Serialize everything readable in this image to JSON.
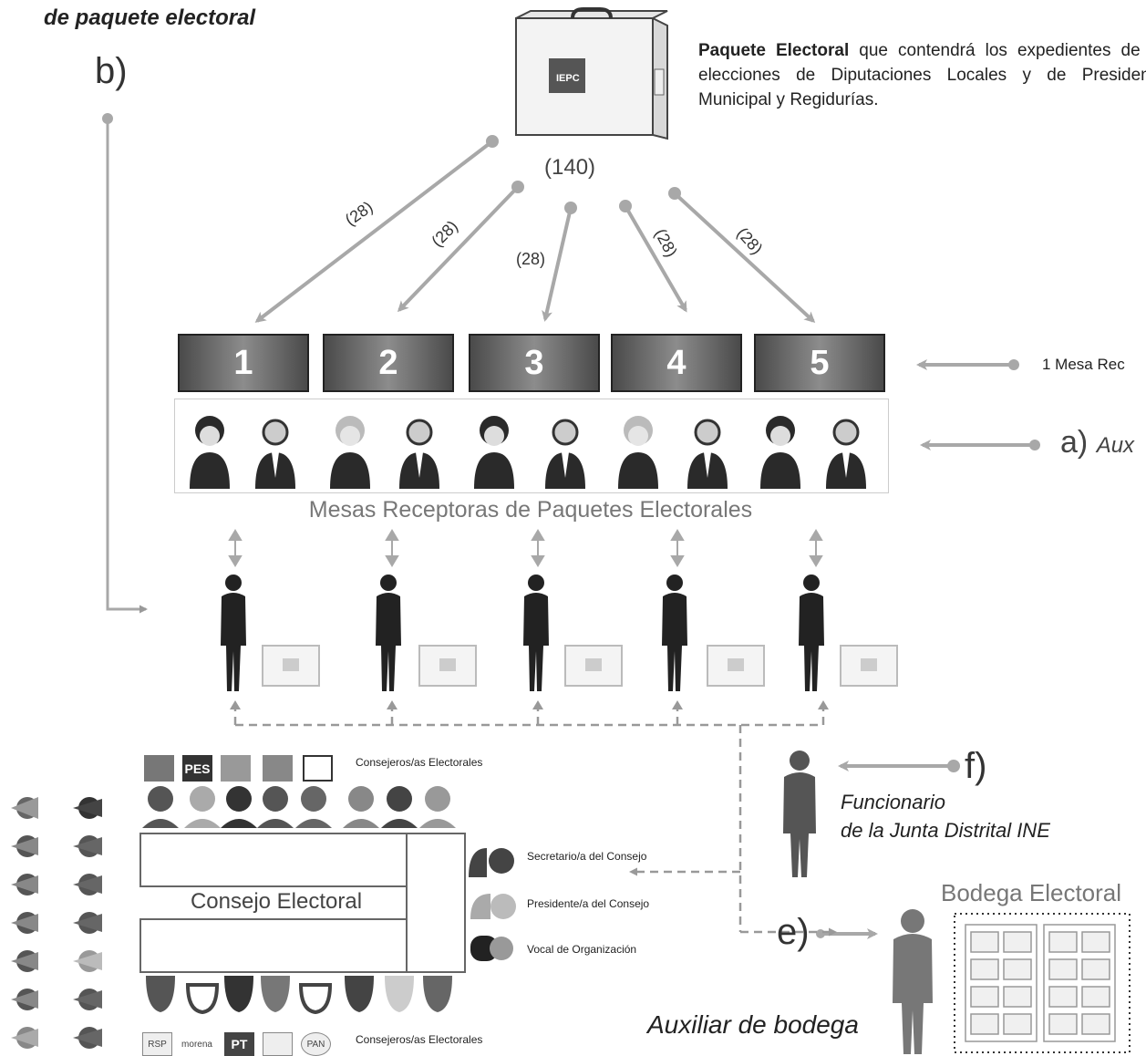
{
  "header": {
    "subtitle": "de paquete electoral",
    "letter_b": "b)"
  },
  "package": {
    "logo_text": "IEPC",
    "description_bold": "Paquete Electoral",
    "description_rest": " que contendrá los expedientes de las elecciones de Diputaciones Locales y de Presidencia Municipal y Regidurías.",
    "total": "(140)",
    "per_table": [
      "(28)",
      "(28)",
      "(28)",
      "(28)",
      "(28)"
    ]
  },
  "tables": {
    "labels": [
      "1",
      "2",
      "3",
      "4",
      "5"
    ],
    "title": "Mesas Receptoras de Paquetes Electorales",
    "legend_mesa": "1 Mesa Rec",
    "legend_a_letter": "a)",
    "legend_a_text": "Aux"
  },
  "funcionario": {
    "letter": "f)",
    "label_line1": "Funcionario",
    "label_line2": "de la Junta Distrital INE"
  },
  "bodega": {
    "title": "Bodega Electoral",
    "letter": "e)",
    "label": "Auxiliar de bodega"
  },
  "consejo": {
    "title": "Consejo Electoral",
    "top_logos": [
      "PES"
    ],
    "bottom_logos": [
      "RSP",
      "morena",
      "PT",
      "PAN"
    ],
    "consejeros_top": "Consejeros/as Electorales",
    "consejeros_bottom": "Consejeros/as Electorales",
    "roles": [
      "Secretario/a del Consejo",
      "Presidente/a del Consejo",
      "Vocal de Organización"
    ]
  },
  "colors": {
    "arrow": "#a8a8a8",
    "dashed": "#999999",
    "table_dark": "#4a4a4a",
    "title_gray": "#777777"
  }
}
